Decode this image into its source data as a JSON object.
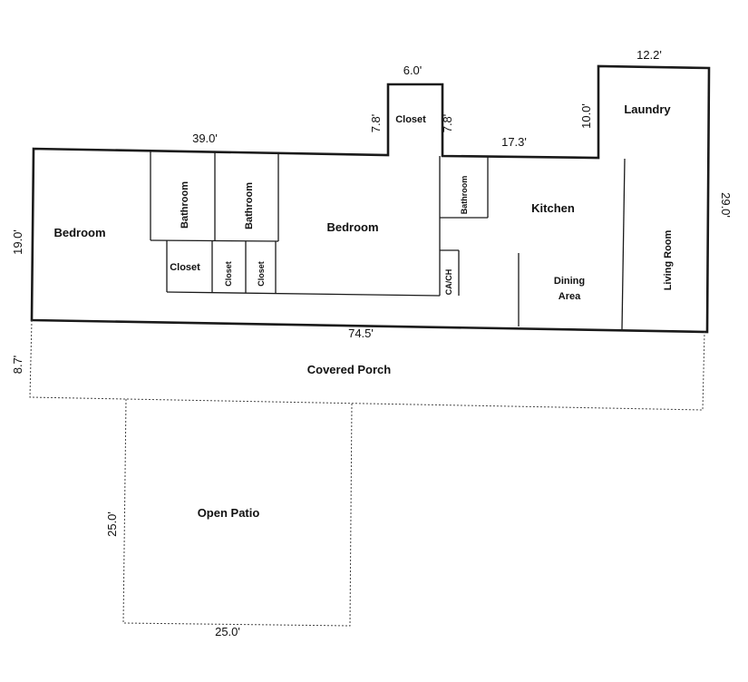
{
  "rooms": {
    "bedroom_left": "Bedroom",
    "bathroom_1": "Bathroom",
    "bathroom_2": "Bathroom",
    "closet_1": "Closet",
    "closet_2": "Closet",
    "closet_3": "Closet",
    "bedroom_center": "Bedroom",
    "closet_top": "Closet",
    "bathroom_small": "Bathroom",
    "cach": "CA/CH",
    "kitchen": "Kitchen",
    "dining_line1": "Dining",
    "dining_line2": "Area",
    "living_room": "Living Room",
    "laundry": "Laundry",
    "covered_porch": "Covered Porch",
    "open_patio": "Open Patio"
  },
  "dimensions": {
    "closet_width": "6.0'",
    "closet_depth_left": "7.8'",
    "closet_depth_right": "7.8'",
    "laundry_width": "12.2'",
    "laundry_depth": "10.0'",
    "top_left_length": "39.0'",
    "top_right_length": "17.3'",
    "house_depth_left": "19.0'",
    "house_depth_right": "29.0'",
    "bottom_length": "74.5'",
    "porch_depth": "8.7'",
    "patio_depth": "25.0'",
    "patio_width": "25.0'"
  }
}
